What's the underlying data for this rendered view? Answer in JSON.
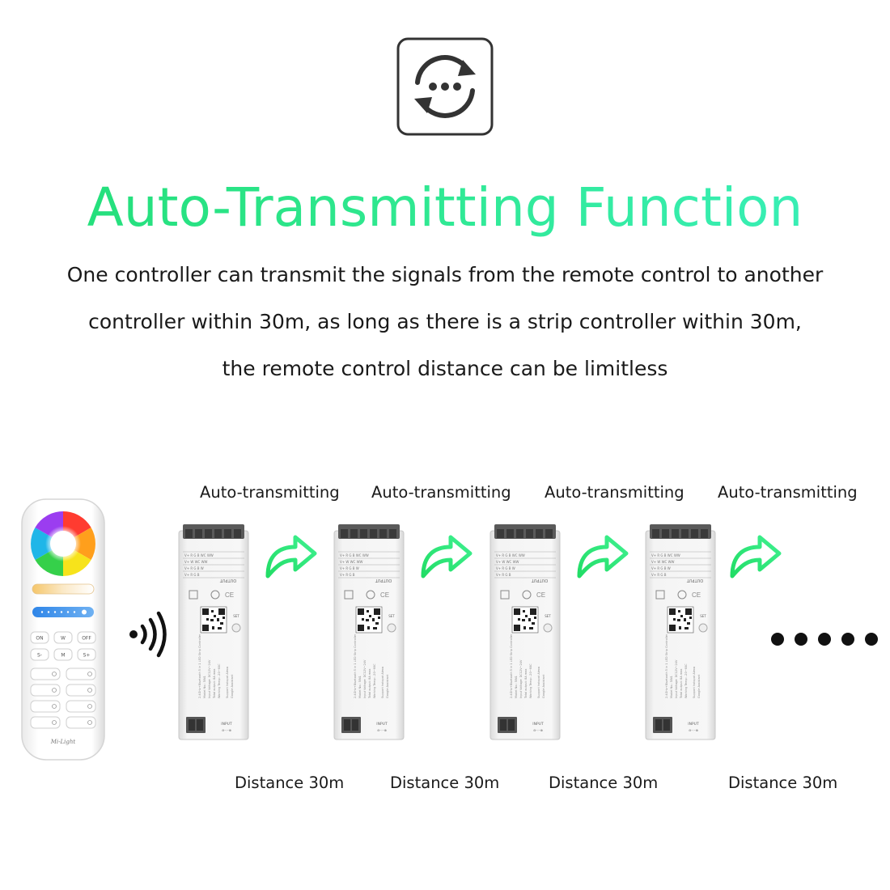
{
  "title": "Auto-Transmitting Function",
  "description": [
    "One controller can transmit the signals from the remote control to another",
    "controller within 30m, as long as there is a strip controller within 30m,",
    "the remote control distance can be limitless"
  ],
  "auto_labels": [
    "Auto-transmitting",
    "Auto-transmitting",
    "Auto-transmitting",
    "Auto-transmitting"
  ],
  "distance_labels": [
    "Distance 30m",
    "Distance 30m",
    "Distance 30m",
    "Distance 30m"
  ],
  "remote": {
    "brand": "Mi-Light",
    "buttons": [
      "ON",
      "W",
      "OFF",
      "S-",
      "M",
      "S+"
    ]
  },
  "controller_text": {
    "output": "OUTPUT",
    "input": "INPUT",
    "set": "SET"
  },
  "icons": {
    "top": "auto-transmit-cycle-icon",
    "signal": "wireless-signal-icon",
    "arrow": "green-curved-arrow-icon"
  },
  "colors": {
    "accent_green": "#2fe88a",
    "text": "#1a1a1a",
    "icon_border": "#333333"
  }
}
